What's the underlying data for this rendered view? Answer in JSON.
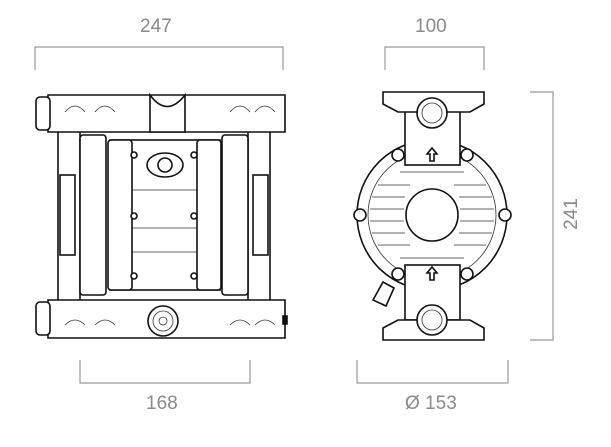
{
  "dimensions": {
    "front_width": "247",
    "front_base": "168",
    "side_width": "100",
    "side_diameter": "Ø 153",
    "height": "241"
  },
  "colors": {
    "dimension_line": "#9a9a9a",
    "outline": "#111111"
  }
}
